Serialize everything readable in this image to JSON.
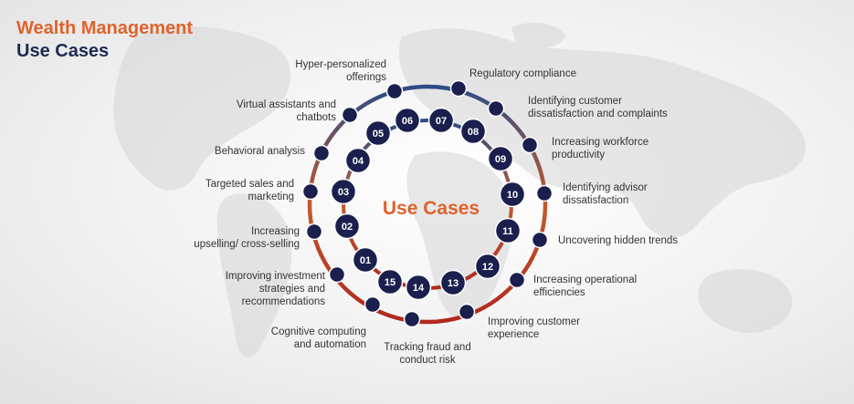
{
  "title": {
    "line1": "Wealth Management",
    "line2": "Use Cases"
  },
  "center_label": "Use Cases",
  "colors": {
    "title_orange": "#E0622C",
    "title_navy": "#1E2A55",
    "node_fill": "#1A1F4D",
    "center_text": "#E0622C",
    "ring_top": "#2C4C86",
    "ring_mid": "#C25A2F",
    "ring_bottom": "#B0281E"
  },
  "inner_numbers": [
    "01",
    "02",
    "03",
    "04",
    "05",
    "06",
    "07",
    "08",
    "09",
    "10",
    "11",
    "12",
    "13",
    "14",
    "15"
  ],
  "use_cases": [
    {
      "lines": [
        "Hyper-personalized",
        "offerings"
      ]
    },
    {
      "lines": [
        "Regulatory compliance"
      ]
    },
    {
      "lines": [
        "Identifying customer",
        "dissatisfaction and complaints"
      ]
    },
    {
      "lines": [
        "Increasing workforce",
        "productivity"
      ]
    },
    {
      "lines": [
        "Identifying advisor",
        "dissatisfaction"
      ]
    },
    {
      "lines": [
        "Uncovering hidden trends"
      ]
    },
    {
      "lines": [
        "Increasing operational",
        "efficiencies"
      ]
    },
    {
      "lines": [
        "Improving customer",
        "experience"
      ]
    },
    {
      "lines": [
        "Tracking fraud and",
        "conduct risk"
      ]
    },
    {
      "lines": [
        "Cognitive computing",
        "and automation"
      ]
    },
    {
      "lines": [
        "Improving investment",
        "strategies and",
        "recommendations"
      ]
    },
    {
      "lines": [
        "Increasing",
        "upselling/ cross-selling"
      ]
    },
    {
      "lines": [
        "Targeted sales and",
        "marketing"
      ]
    },
    {
      "lines": [
        "Behavioral analysis"
      ]
    },
    {
      "lines": [
        "Virtual assistants and",
        "chatbots"
      ]
    }
  ]
}
